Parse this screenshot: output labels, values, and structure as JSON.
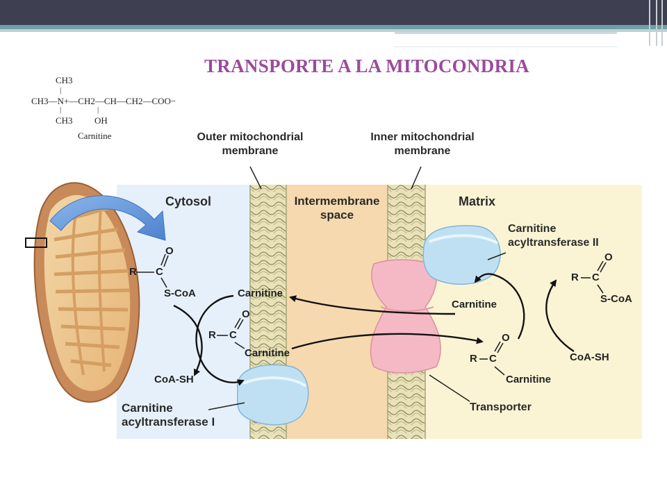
{
  "slide": {
    "title": "TRANSPORTE A LA MITOCONDRIA"
  },
  "carnitine_structure": {
    "ch3_top": "CH3",
    "main_chain": "CH3—N+—CH2—CH—CH2—COO−",
    "ch3_bottom": "CH3",
    "oh": "OH",
    "name": "Carnitine"
  },
  "diagram": {
    "outer_membrane_label": [
      "Outer mitochondrial",
      "membrane"
    ],
    "inner_membrane_label": [
      "Inner mitochondrial",
      "membrane"
    ],
    "cytosol": "Cytosol",
    "intermembrane": [
      "Intermembrane",
      "space"
    ],
    "matrix": "Matrix",
    "cat1_label": [
      "Carnitine",
      "acyltransferase I"
    ],
    "cat2_label": [
      "Carnitine",
      "acyltransferase II"
    ],
    "transporter": "Transporter",
    "carnitine": "Carnitine",
    "coa_sh": "CoA-SH",
    "s_coa": "S-CoA",
    "r": "R",
    "c": "C",
    "o": "O",
    "colors": {
      "cytosol": "#e6f0fa",
      "intermembrane": "#f6d9ae",
      "matrix": "#fbf4d4",
      "enzyme": "#bfe0f3",
      "transporter": "#f4b9c4",
      "arrow": "#5b8fd6"
    }
  }
}
